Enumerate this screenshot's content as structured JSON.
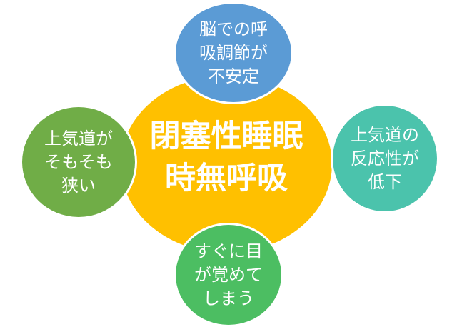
{
  "background_color": "#FFFFFF",
  "text_color": "#FFFFFF",
  "diagram": {
    "center": {
      "full_text": "閉塞性睡眠時無呼吸",
      "lines": [
        "閉塞性睡眠",
        "時無呼吸"
      ],
      "fill_color": "#FFC000"
    },
    "top": {
      "full_text": "脳での呼吸調節が不安定",
      "lines": [
        "脳での呼",
        "吸調節が",
        "不安定"
      ],
      "fill_color": "#5B9BD5",
      "border_color": "#FFFFFF"
    },
    "left": {
      "full_text": "上気道がそもそも狭い",
      "lines": [
        "上気道が",
        "そもそも",
        "狭い"
      ],
      "fill_color": "#70AD47",
      "border_color": "#FFFFFF"
    },
    "right": {
      "full_text": "上気道の反応性が低下",
      "lines": [
        "上気道の",
        "反応性が",
        "低下"
      ],
      "fill_color": "#4BC3AC",
      "border_color": "#FFFFFF"
    },
    "bottom": {
      "full_text": "すぐに目が覚めてしまう",
      "lines": [
        "すぐに目",
        "が覚めて",
        "しまう"
      ],
      "fill_color": "#4CBE62",
      "border_color": "#FFFFFF"
    }
  }
}
